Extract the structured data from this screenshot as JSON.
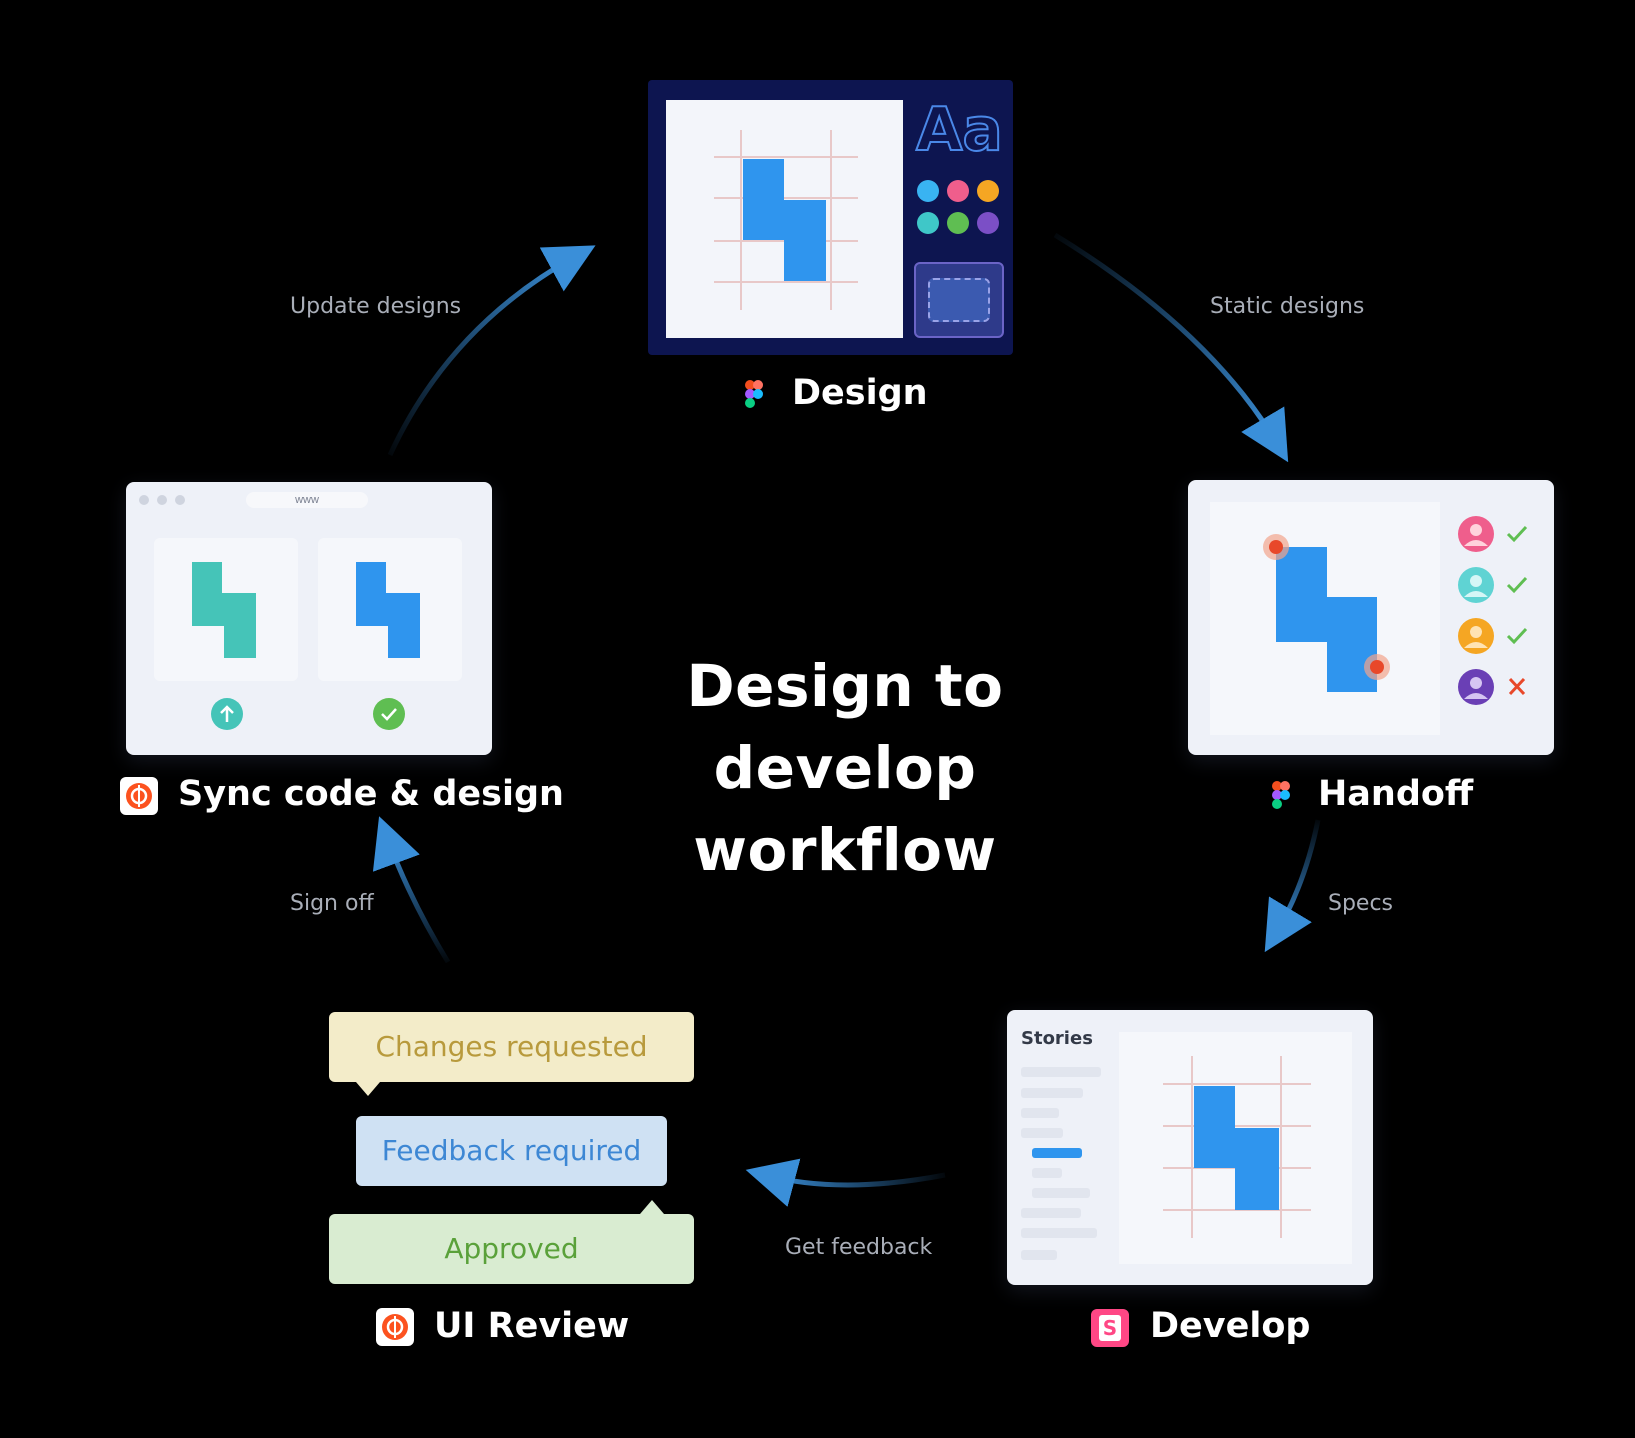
{
  "title_lines": [
    "Design to develop",
    "workflow"
  ],
  "nodes": {
    "design": {
      "label": "Design",
      "typography_sample": "Aa"
    },
    "handoff": {
      "label": "Handoff"
    },
    "develop": {
      "label": "Develop",
      "sidebar_title": "Stories"
    },
    "ui_review": {
      "label": "UI Review",
      "statuses": [
        "Changes requested",
        "Feedback required",
        "Approved"
      ]
    },
    "sync": {
      "label": "Sync code & design",
      "address_bar": "www"
    }
  },
  "edges": {
    "design_to_handoff": "Static designs",
    "handoff_to_develop": "Specs",
    "develop_to_review": "Get feedback",
    "review_to_sync": "Sign off",
    "sync_to_design": "Update designs"
  },
  "colors": {
    "background": "#000000",
    "accent_blue": "#2f95ee",
    "teal": "#45c4b8",
    "design_panel": "#0d1550",
    "arrow": "#3a8fd9",
    "changes_bg": "#f3ecc9",
    "changes_text": "#b89a3c",
    "feedback_bg": "#cfe1f3",
    "feedback_text": "#3d87d4",
    "approved_bg": "#d9ecd1",
    "approved_text": "#5aa13a"
  },
  "icons": {
    "design": "figma-icon",
    "handoff": "figma-icon",
    "develop": "storybook-icon",
    "ui_review": "chromatic-icon",
    "sync": "chromatic-icon"
  }
}
